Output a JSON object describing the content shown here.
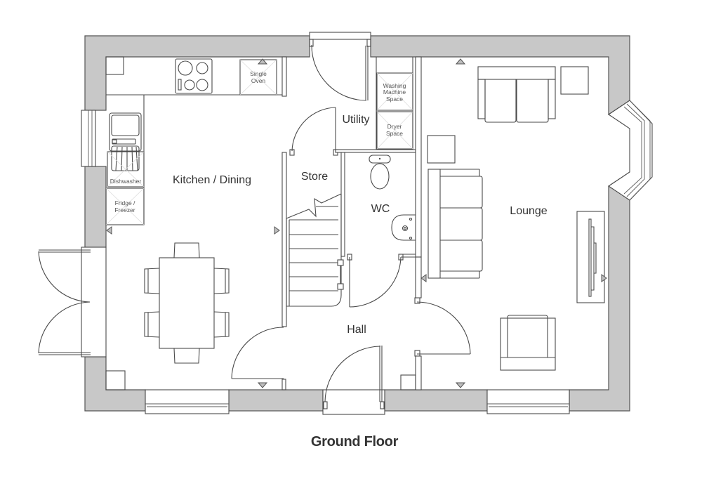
{
  "title": "Ground Floor",
  "colors": {
    "wall_fill": "#c8c8c8",
    "line": "#4a4a4a",
    "text": "#333333",
    "background": "#ffffff"
  },
  "rooms": {
    "kitchen_dining": "Kitchen / Dining",
    "utility": "Utility",
    "store": "Store",
    "wc": "WC",
    "lounge": "Lounge",
    "hall": "Hall"
  },
  "appliances": {
    "single_oven": [
      "Single",
      "Oven"
    ],
    "washing_machine": [
      "Washing",
      "Machine",
      "Space"
    ],
    "dryer": [
      "Dryer",
      "Space"
    ],
    "dishwasher": "Dishwasher",
    "fridge_freezer": [
      "Fridge /",
      "Freezer"
    ]
  },
  "icons": [
    "hob-icon",
    "toilet-icon",
    "basin-icon",
    "sofa-icon",
    "armchair-icon",
    "dining-table-icon",
    "tv-unit-icon",
    "bay-window-icon",
    "radiator-marker-icon",
    "door-swing-icon",
    "staircase-icon"
  ]
}
